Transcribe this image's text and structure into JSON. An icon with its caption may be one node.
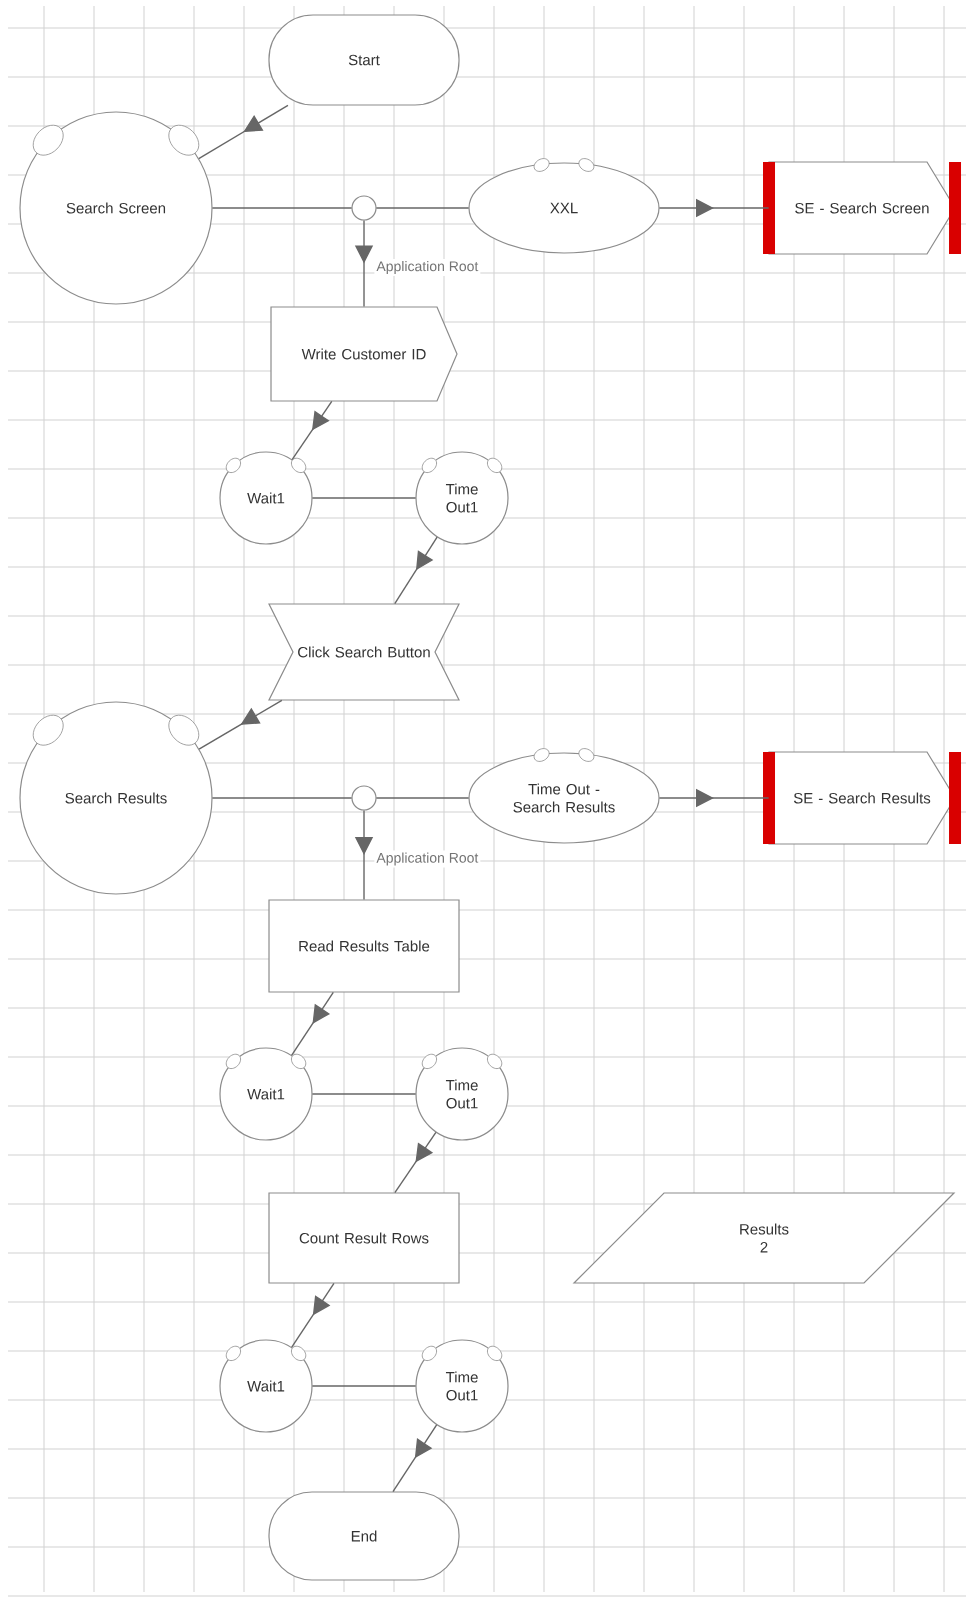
{
  "diagram": {
    "nodes": [
      {
        "text": [
          "Start"
        ]
      },
      {
        "text": [
          "Search Screen"
        ]
      },
      {
        "text": [],
        "shape": "circle"
      },
      {
        "text": [
          "XXL"
        ]
      },
      {
        "text": [
          "SE - Search Screen"
        ]
      },
      {
        "text": [
          "Write Customer ID"
        ]
      },
      {
        "text": [
          "Wait1"
        ]
      },
      {
        "text": [
          "Time Out1"
        ]
      },
      {
        "text": [
          "Click Search Button"
        ]
      },
      {
        "text": [
          "Search Results"
        ]
      },
      {
        "text": [],
        "shape": "circle"
      },
      {
        "text": [
          "Time Out - Search Results"
        ]
      },
      {
        "text": [
          "SE - Search Results"
        ]
      },
      {
        "text": [
          "Read Results Table"
        ]
      },
      {
        "text": [
          "Wait1"
        ]
      },
      {
        "text": [
          "Time Out1"
        ]
      },
      {
        "text": [
          "Count Result Rows"
        ]
      },
      {
        "text": [
          "Wait1"
        ]
      },
      {
        "text": [
          "Time Out1"
        ]
      },
      {
        "text": [
          "End"
        ]
      },
      {
        "text": [
          "Results",
          "2"
        ]
      }
    ],
    "edges": [
      {
        "from": 0,
        "to": 1,
        "arrow": "to"
      },
      {
        "from": 1,
        "to": 2,
        "arrow": "none"
      },
      {
        "from": 2,
        "to": 3,
        "arrow": "none"
      },
      {
        "from": 3,
        "to": 4,
        "arrow": "to"
      },
      {
        "from": 2,
        "to": 5,
        "arrow": "to",
        "label": "Application Root"
      },
      {
        "from": 5,
        "to": 6,
        "arrow": "to"
      },
      {
        "from": 6,
        "to": 7,
        "arrow": "none"
      },
      {
        "from": 7,
        "to": 8,
        "arrow": "to"
      },
      {
        "from": 8,
        "to": 9,
        "arrow": "to"
      },
      {
        "from": 9,
        "to": 10,
        "arrow": "none"
      },
      {
        "from": 10,
        "to": 11,
        "arrow": "none"
      },
      {
        "from": 11,
        "to": 12,
        "arrow": "to"
      },
      {
        "from": 10,
        "to": 13,
        "arrow": "to",
        "label": "Application Root"
      },
      {
        "from": 13,
        "to": 14,
        "arrow": "to"
      },
      {
        "from": 14,
        "to": 15,
        "arrow": "none"
      },
      {
        "from": 15,
        "to": 16,
        "arrow": "to"
      },
      {
        "from": 16,
        "to": 17,
        "arrow": "to"
      },
      {
        "from": 17,
        "to": 18,
        "arrow": "none"
      },
      {
        "from": 18,
        "to": 19,
        "arrow": "to"
      }
    ]
  }
}
